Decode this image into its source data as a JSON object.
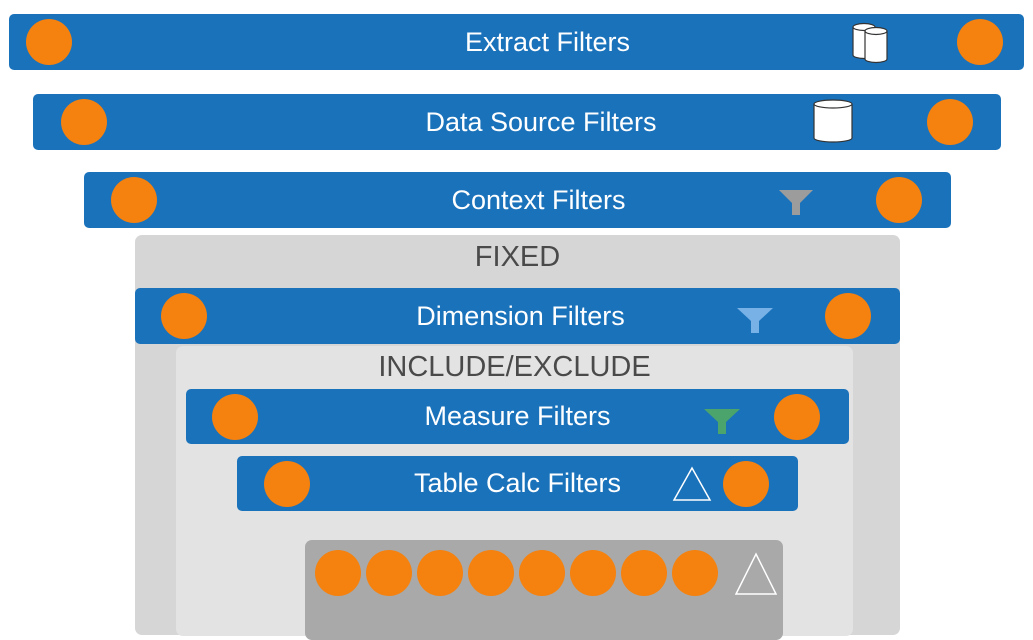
{
  "colors": {
    "bar": "#1a72bb",
    "dot": "#f5810e",
    "fixed_panel": "#d6d6d6",
    "include_panel": "#e3e3e3",
    "calc_panel": "#a9a9a9",
    "funnel_context": "#9c9c9c",
    "funnel_dimension": "#77b1e6",
    "funnel_measure": "#4aa46b"
  },
  "bars": [
    {
      "label": "Extract Filters",
      "icon": "database-extract-icon"
    },
    {
      "label": "Data Source Filters",
      "icon": "database-icon"
    },
    {
      "label": "Context Filters",
      "icon": "filter-funnel-icon"
    },
    {
      "label": "Dimension Filters",
      "icon": "filter-funnel-icon"
    },
    {
      "label": "Measure Filters",
      "icon": "filter-funnel-icon"
    },
    {
      "label": "Table Calc Filters",
      "icon": "triangle-icon"
    }
  ],
  "sections": {
    "fixed": "FIXED",
    "include_exclude": "INCLUDE/EXCLUDE"
  },
  "result_row": {
    "dot_count": 8,
    "icon": "triangle-icon"
  }
}
